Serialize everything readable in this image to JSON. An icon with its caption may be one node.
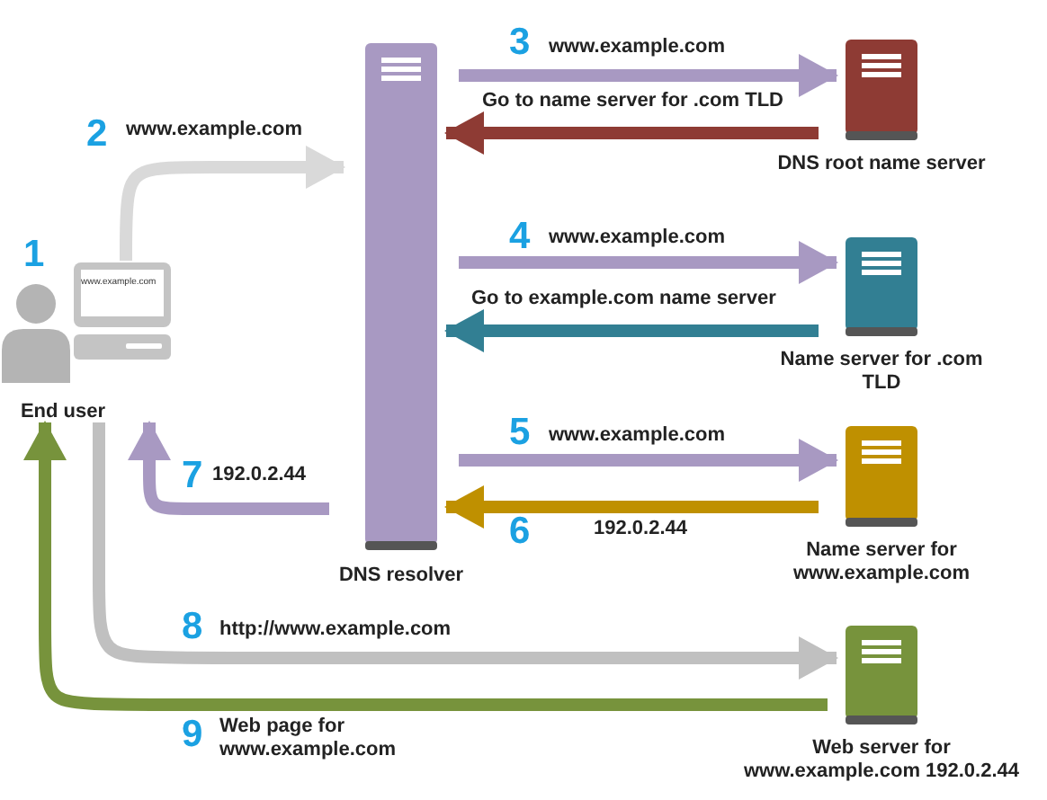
{
  "diagram": {
    "nodes": [
      {
        "text": [
          "End user"
        ]
      },
      {
        "text": [
          "DNS resolver"
        ]
      },
      {
        "text": [
          "DNS root name server"
        ]
      },
      {
        "text": [
          "Name server for .com TLD"
        ]
      },
      {
        "text": [
          "Name server for www.example.com"
        ]
      },
      {
        "text": [
          "Web server for www.example.com 192.0.2.44"
        ]
      }
    ],
    "edges": [
      {
        "from": 0,
        "to": 1,
        "arrow": "to",
        "label": "www.example.com",
        "color": "#d9d9d9"
      },
      {
        "from": 1,
        "to": 2,
        "arrow": "to",
        "label": "www.example.com"
      },
      {
        "from": 2,
        "to": 1,
        "arrow": "to",
        "label": "Go to name server for .com TLD",
        "color": "#8e3b34"
      },
      {
        "from": 1,
        "to": 3,
        "arrow": "to",
        "label": "www.example.com"
      },
      {
        "from": 3,
        "to": 1,
        "arrow": "to",
        "label": "Go to example.com  name server",
        "color": "#327f93"
      },
      {
        "from": 1,
        "to": 4,
        "arrow": "to",
        "label": "www.example.com"
      },
      {
        "from": 4,
        "to": 1,
        "arrow": "to",
        "label": "192.0.2.44",
        "color": "#bf9000"
      },
      {
        "from": 1,
        "to": 0,
        "arrow": "to",
        "label": "192.0.2.44"
      },
      {
        "from": 0,
        "to": 5,
        "arrow": "to",
        "label": "http://www.example.com",
        "color": "#c0c0c0"
      },
      {
        "from": 5,
        "to": 0,
        "arrow": "to",
        "label": "Web page for www.example.com",
        "color": "#77933c"
      }
    ],
    "labels": [
      "1",
      "www.example.com",
      "2",
      "3",
      "4",
      "5",
      "6",
      "7",
      "8",
      "9"
    ]
  }
}
